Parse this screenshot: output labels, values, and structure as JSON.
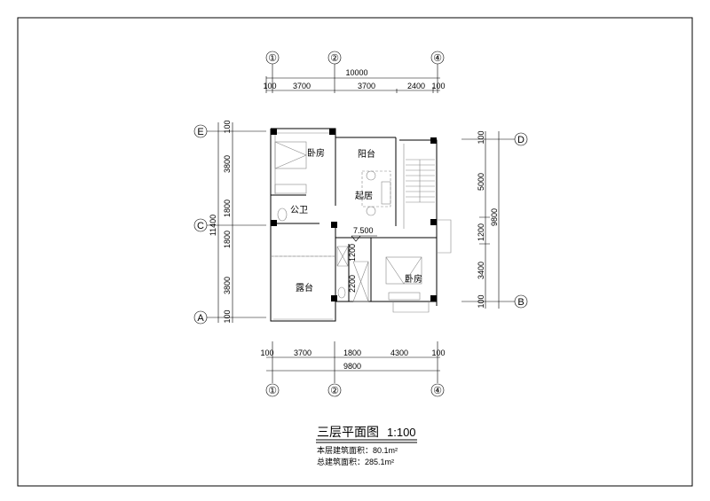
{
  "axes": {
    "top": [
      "①",
      "②",
      "④"
    ],
    "bottom": [
      "①",
      "②",
      "④"
    ],
    "left": [
      "E",
      "C",
      "A"
    ],
    "right": [
      "D",
      "B"
    ]
  },
  "dimensions": {
    "top_total": "10000",
    "top_segments": [
      "100",
      "3700",
      "3700",
      "2400",
      "100"
    ],
    "bottom_segments": [
      "100",
      "3700",
      "1800",
      "4300",
      "100"
    ],
    "bottom_total": "9800",
    "left_segments": [
      "100",
      "3800",
      "1800",
      "1800",
      "3800",
      "100"
    ],
    "left_total": "11400",
    "right_segments": [
      "100",
      "5000",
      "1200",
      "3400",
      "100"
    ],
    "right_total": "9800",
    "inner_1": "1200",
    "inner_2": "2200"
  },
  "rooms": {
    "bedroom_1": "卧房",
    "balcony": "阳台",
    "living": "起居",
    "bathroom": "公卫",
    "terrace": "露台",
    "bedroom_2": "卧房",
    "elevation": "7.500"
  },
  "title": {
    "main": "三层平面图",
    "scale": "1:100",
    "floor_area": "本层建筑面积：80.1m²",
    "total_area": "总建筑面积：285.1m²"
  }
}
